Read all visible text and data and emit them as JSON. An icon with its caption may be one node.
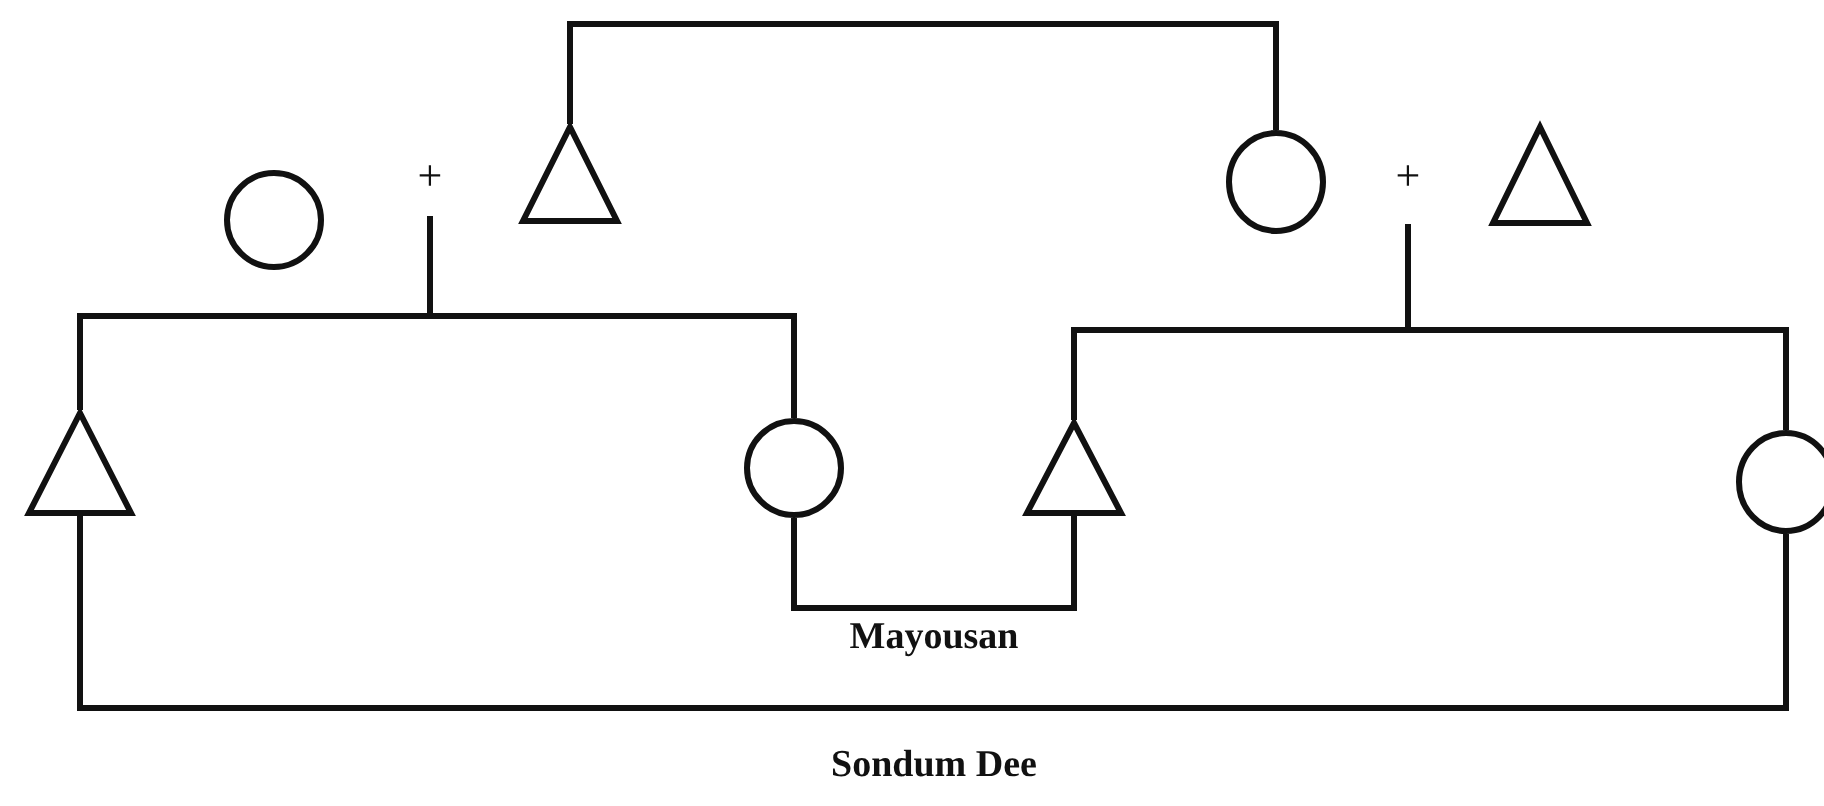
{
  "diagram": {
    "nodes": [
      {
        "text": [],
        "shape": "circle"
      },
      {
        "text": [
          "+"
        ]
      },
      {
        "text": [],
        "shape": "triangle"
      },
      {
        "text": [],
        "shape": "circle"
      },
      {
        "text": [
          "+"
        ]
      },
      {
        "text": [],
        "shape": "triangle"
      },
      {
        "text": [],
        "shape": "triangle"
      },
      {
        "text": [],
        "shape": "circle"
      },
      {
        "text": [],
        "shape": "triangle"
      },
      {
        "text": [],
        "shape": "circle"
      }
    ],
    "edges": [
      {
        "from": 2,
        "to": 3,
        "arrow": "none"
      },
      {
        "from": 1,
        "to": 6,
        "arrow": "none"
      },
      {
        "from": 1,
        "to": 7,
        "arrow": "none"
      },
      {
        "from": 4,
        "to": 8,
        "arrow": "none"
      },
      {
        "from": 4,
        "to": 9,
        "arrow": "none"
      },
      {
        "from": 7,
        "to": 8,
        "arrow": "none",
        "label": "Mayousan"
      },
      {
        "from": 6,
        "to": 9,
        "arrow": "none",
        "label": "Sondum Dee"
      }
    ]
  }
}
